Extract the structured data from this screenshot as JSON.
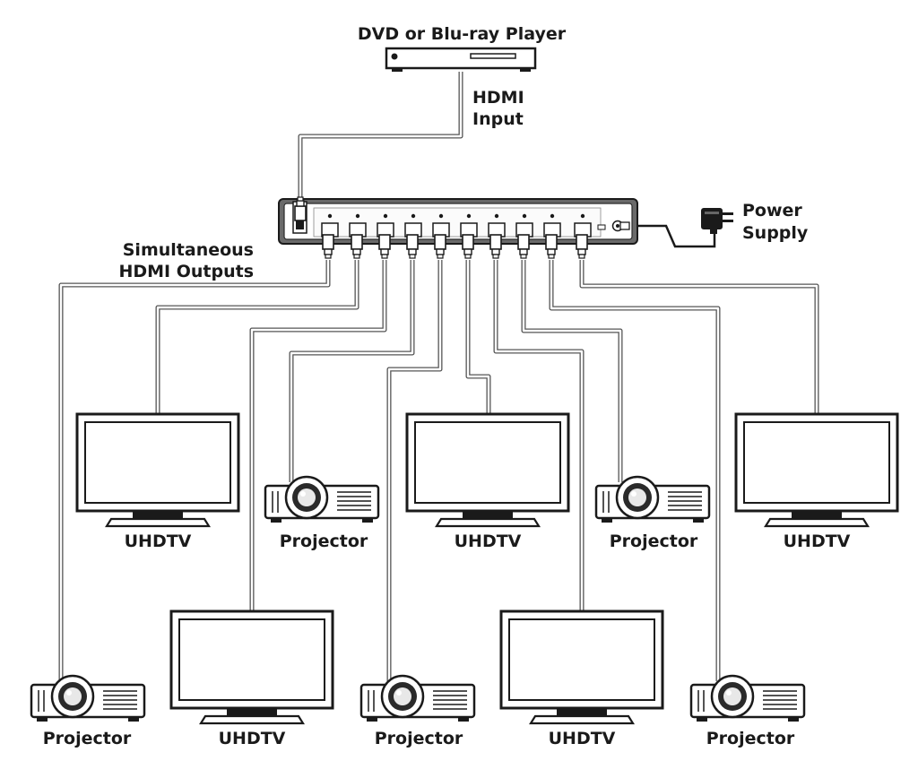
{
  "labels": {
    "source": "DVD or Blu-ray Player",
    "hdmi_input_line1": "HDMI",
    "hdmi_input_line2": "Input",
    "power_line1": "Power",
    "power_line2": "Supply",
    "outputs_line1": "Simultaneous",
    "outputs_line2": "HDMI Outputs"
  },
  "devices": {
    "tv1": "UHDTV",
    "tv2": "UHDTV",
    "tv3": "UHDTV",
    "tv4": "UHDTV",
    "tv5": "UHDTV",
    "proj1": "Projector",
    "proj2": "Projector",
    "proj3": "Projector",
    "proj4": "Projector",
    "proj5": "Projector"
  },
  "colors": {
    "line": "#1a1a1a",
    "cable": "#555555",
    "device_fill": "#ffffff",
    "splitter_body": "#6a6a6a"
  }
}
